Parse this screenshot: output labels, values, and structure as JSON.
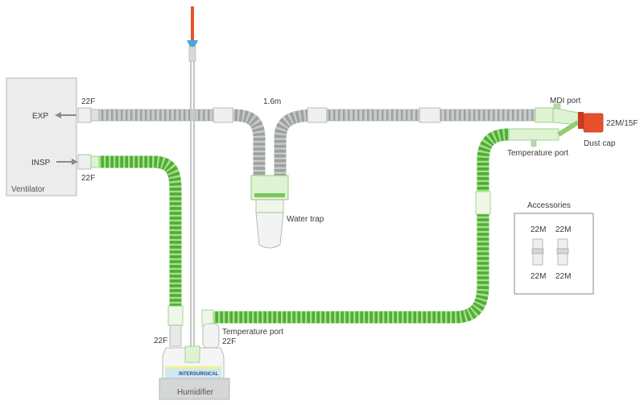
{
  "ventilator": {
    "title": "Ventilator",
    "exp_label": "EXP",
    "insp_label": "INSP"
  },
  "connectors": {
    "exp_22f": "22F",
    "insp_22f": "22F",
    "humidifier_in_22f": "22F",
    "humidifier_out_22f": "22F",
    "patient_end": "22M/15F"
  },
  "labels": {
    "length": "1.6m",
    "mdi_port": "MDI port",
    "temperature_port_top": "Temperature port",
    "temperature_port_bottom": "Temperature port",
    "dust_cap": "Dust cap",
    "water_trap": "Water trap",
    "humidifier": "Humidifier",
    "brand": "INTERSURGICAL"
  },
  "accessories": {
    "title": "Accessories",
    "items": [
      {
        "top": "22M",
        "bottom": "22M"
      },
      {
        "top": "22M",
        "bottom": "22M"
      }
    ]
  },
  "colors": {
    "green_tube": "#79c95a",
    "grey_tube": "#b9bcbc",
    "red_cap": "#e8502b",
    "box_fill": "#ececec"
  }
}
